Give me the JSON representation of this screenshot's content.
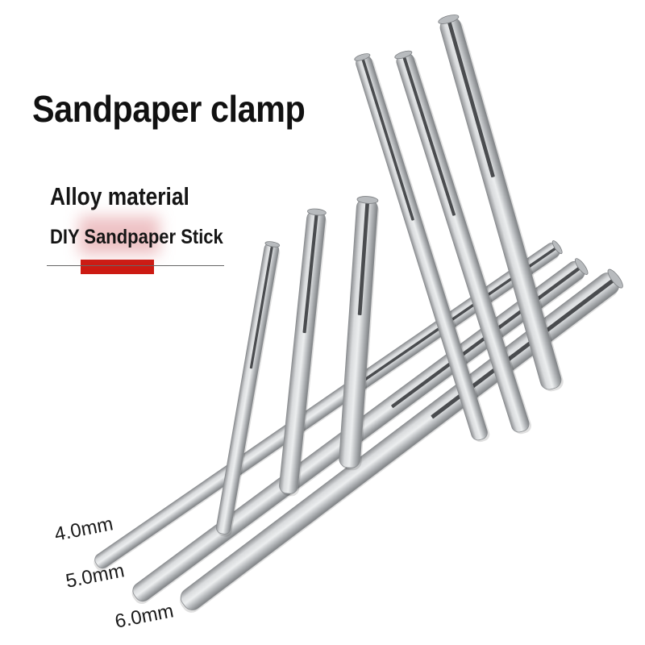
{
  "title": "Sandpaper clamp",
  "subtitle_material": "Alloy material",
  "subtitle_product": "DIY Sandpaper Stick",
  "colors": {
    "accent_red": "#cc1a12",
    "background": "#ffffff",
    "metal": "#c9cbcd"
  },
  "sizes": [
    "4.0mm",
    "5.0mm",
    "6.0mm"
  ]
}
